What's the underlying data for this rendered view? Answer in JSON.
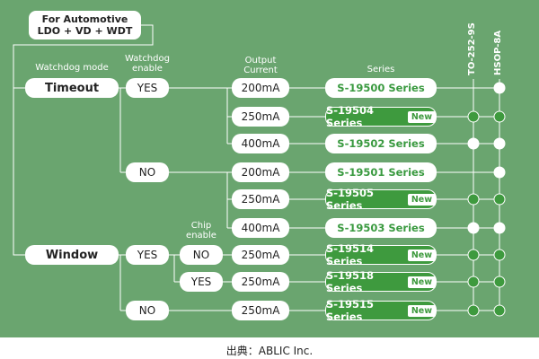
{
  "title": {
    "line1": "For Automotive",
    "line2": "LDO + VD + WDT"
  },
  "headers": {
    "watchdog_mode": "Watchdog mode",
    "watchdog_enable_1": "Watchdog",
    "watchdog_enable_2": "enable",
    "output_1": "Output",
    "output_2": "Current",
    "series": "Series",
    "chip_1": "Chip",
    "chip_2": "enable"
  },
  "packages": {
    "pkg1": "TO-252-9S",
    "pkg2": "HSOP-8A"
  },
  "modes": {
    "timeout": "Timeout",
    "window": "Window"
  },
  "enable": {
    "yes1": "YES",
    "no1": "NO",
    "yes2": "YES",
    "no2": "NO"
  },
  "chip_enable": {
    "no": "NO",
    "yes": "YES"
  },
  "currents": [
    "200mA",
    "250mA",
    "400mA",
    "200mA",
    "250mA",
    "400mA",
    "250mA",
    "250mA",
    "250mA"
  ],
  "series": [
    {
      "name": "S-19500 Series",
      "new": false,
      "to252": "none",
      "hsop": "white"
    },
    {
      "name": "S-19504 Series",
      "new": true,
      "to252": "green",
      "hsop": "green"
    },
    {
      "name": "S-19502 Series",
      "new": false,
      "to252": "white",
      "hsop": "white"
    },
    {
      "name": "S-19501 Series",
      "new": false,
      "to252": "none",
      "hsop": "white"
    },
    {
      "name": "S-19505 Series",
      "new": true,
      "to252": "green",
      "hsop": "green"
    },
    {
      "name": "S-19503 Series",
      "new": false,
      "to252": "white",
      "hsop": "white"
    },
    {
      "name": "S-19514 Series",
      "new": true,
      "to252": "green",
      "hsop": "green"
    },
    {
      "name": "S-19518 Series",
      "new": true,
      "to252": "green",
      "hsop": "green"
    },
    {
      "name": "S-19515 Series",
      "new": true,
      "to252": "green",
      "hsop": "green"
    }
  ],
  "new_label": "New",
  "caption": "出典：ABLIC Inc.",
  "colors": {
    "background": "#6aa56f",
    "green": "#3e9a3e",
    "white": "#ffffff"
  }
}
